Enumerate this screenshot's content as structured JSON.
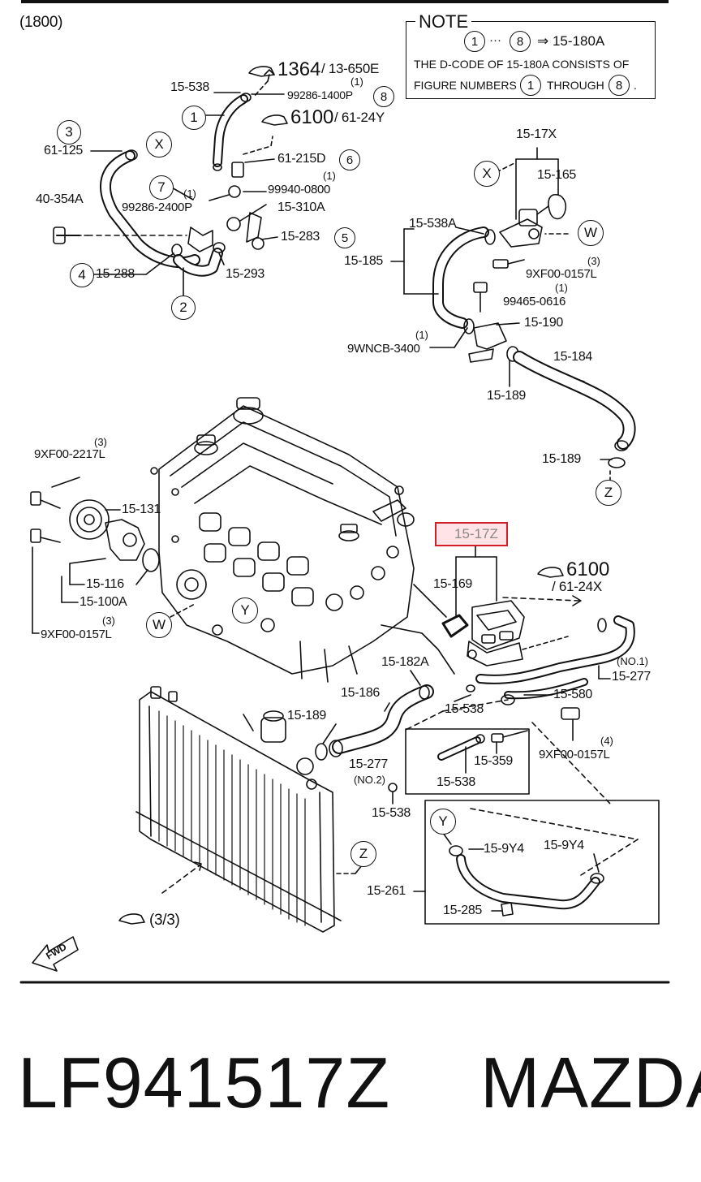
{
  "header": {
    "code": "(1800)"
  },
  "note": {
    "title": "NOTE",
    "from_num": "1",
    "to_num": "8",
    "dots": "···",
    "arrow_target": "⇒ 15-180A",
    "line2": "THE D-CODE OF 15-180A CONSISTS OF",
    "line3_a": "FIGURE NUMBERS",
    "line3_num1": "1",
    "line3_b": "THROUGH",
    "line3_num2": "8",
    "line3_end": "."
  },
  "refs": {
    "ref1": {
      "big": "1364",
      "small": "/ 13-650E"
    },
    "ref2": {
      "big": "6100",
      "small": "/ 61-24Y"
    },
    "ref3": {
      "big": "6100",
      "small": "/ 61-24X"
    },
    "ref4": {
      "small": "(3/3)"
    }
  },
  "circles": {
    "c1": "1",
    "c2": "2",
    "c3": "3",
    "c4": "4",
    "c5": "5",
    "c6": "6",
    "c7": "7",
    "c8": "8",
    "x1": "X",
    "x2": "X",
    "w1": "W",
    "w2": "W",
    "y1": "Y",
    "y2": "Y",
    "z1": "Z",
    "z2": "Z"
  },
  "labels": {
    "p15_538_top": "15-538",
    "p99286_1400p": "99286-1400P",
    "q_99286_1400p": "(1)",
    "p61_125": "61-125",
    "p61_215d": "61-215D",
    "p99940_0800": "99940-0800",
    "q_99940_0800": "(1)",
    "p99286_2400p": "99286-2400P",
    "q_99286_2400p": "(1)",
    "p40_354a": "40-354A",
    "p15_310a": "15-310A",
    "p15_283": "15-283",
    "p15_288": "15-288",
    "p15_293": "15-293",
    "p15_17x": "15-17X",
    "p15_165": "15-165",
    "p15_538a": "15-538A",
    "p15_185": "15-185",
    "p9xf00_0157l_a": "9XF00-0157L",
    "q_9xf00_0157l_a": "(3)",
    "p99465_0616": "99465-0616",
    "q_99465_0616": "(1)",
    "p15_190": "15-190",
    "p9wncb_3400": "9WNCB-3400",
    "q_9wncb_3400": "(1)",
    "p15_184": "15-184",
    "p15_189_a": "15-189",
    "p15_189_b": "15-189",
    "p9xf00_2217l": "9XF00-2217L",
    "q_9xf00_2217l": "(3)",
    "p15_131": "15-131",
    "p15_116": "15-116",
    "p15_100a": "15-100A",
    "p9xf00_0157l_b": "9XF00-0157L",
    "q_9xf00_0157l_b": "(3)",
    "p15_17z": "15-17Z",
    "p15_169": "15-169",
    "p15_182a": "15-182A",
    "p15_277_no1": "15-277",
    "q_no1": "(NO.1)",
    "p15_186": "15-186",
    "p15_580": "15-580",
    "p15_538_mid": "15-538",
    "p15_189_c": "15-189",
    "p15_277_no2": "15-277",
    "q_no2": "(NO.2)",
    "p15_359": "15-359",
    "p15_538_box": "15-538",
    "p9xf00_0157l_c": "9XF00-0157L",
    "q_9xf00_0157l_c": "(4)",
    "p15_538_low": "15-538",
    "p15_9y4_a": "15-9Y4",
    "p15_9y4_b": "15-9Y4",
    "p15_261": "15-261",
    "p15_285": "15-285",
    "fwd": "FWD"
  },
  "footer": {
    "part_number": "LF941517Z",
    "brand": "MAZDA"
  },
  "colors": {
    "ink": "#111111",
    "highlight_border": "#d11f2a",
    "highlight_fill": "#ffe3e6"
  }
}
